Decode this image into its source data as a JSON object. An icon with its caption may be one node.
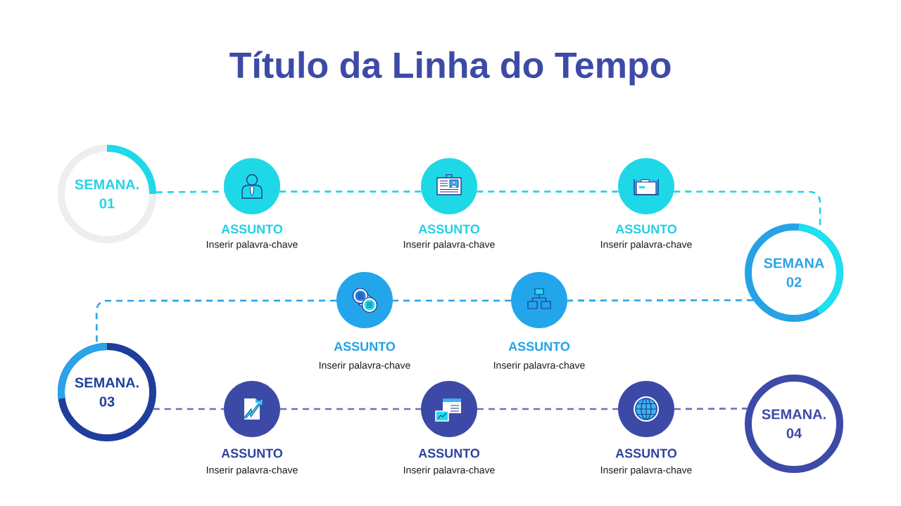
{
  "diagram": {
    "title": "Título da Linha do Tempo",
    "nodes": [
      {
        "text": [
          "SEMANA. 01"
        ]
      },
      {
        "text": [
          "ASSUNTO",
          "Inserir palavra-chave"
        ]
      },
      {
        "text": [
          "ASSUNTO",
          "Inserir palavra-chave"
        ]
      },
      {
        "text": [
          "ASSUNTO",
          "Inserir palavra-chave"
        ]
      },
      {
        "text": [
          "SEMANA 02"
        ]
      },
      {
        "text": [
          "ASSUNTO",
          "Inserir palavra-chave"
        ]
      },
      {
        "text": [
          "ASSUNTO",
          "Inserir palavra-chave"
        ]
      },
      {
        "text": [
          "SEMANA. 03"
        ]
      },
      {
        "text": [
          "ASSUNTO",
          "Inserir palavra-chave"
        ]
      },
      {
        "text": [
          "ASSUNTO",
          "Inserir palavra-chave"
        ]
      },
      {
        "text": [
          "ASSUNTO",
          "Inserir palavra-chave"
        ]
      },
      {
        "text": [
          "SEMANA. 04"
        ]
      }
    ],
    "edges": [
      {
        "from": 0,
        "to": 1,
        "arrow": "none",
        "style": "dashed",
        "color": "#22d3e6"
      },
      {
        "from": 1,
        "to": 2,
        "arrow": "none",
        "style": "dashed",
        "color": "#22d3e6"
      },
      {
        "from": 2,
        "to": 3,
        "arrow": "none",
        "style": "dashed",
        "color": "#22d3e6"
      },
      {
        "from": 3,
        "to": 4,
        "arrow": "none",
        "style": "dashed",
        "color": "#22d3e6"
      },
      {
        "from": 4,
        "to": 6,
        "arrow": "none",
        "style": "dashed",
        "color": "#29a3e6"
      },
      {
        "from": 6,
        "to": 5,
        "arrow": "none",
        "style": "dashed",
        "color": "#29a3e6"
      },
      {
        "from": 5,
        "to": 7,
        "arrow": "none",
        "style": "dashed",
        "color": "#29a3e6"
      },
      {
        "from": 7,
        "to": 8,
        "arrow": "none",
        "style": "dashed",
        "color": "#6b6fba"
      },
      {
        "from": 8,
        "to": 9,
        "arrow": "none",
        "style": "dashed",
        "color": "#6b6fba"
      },
      {
        "from": 9,
        "to": 10,
        "arrow": "none",
        "style": "dashed",
        "color": "#6b6fba"
      },
      {
        "from": 10,
        "to": 11,
        "arrow": "none",
        "style": "dashed",
        "color": "#6b6fba"
      }
    ]
  }
}
